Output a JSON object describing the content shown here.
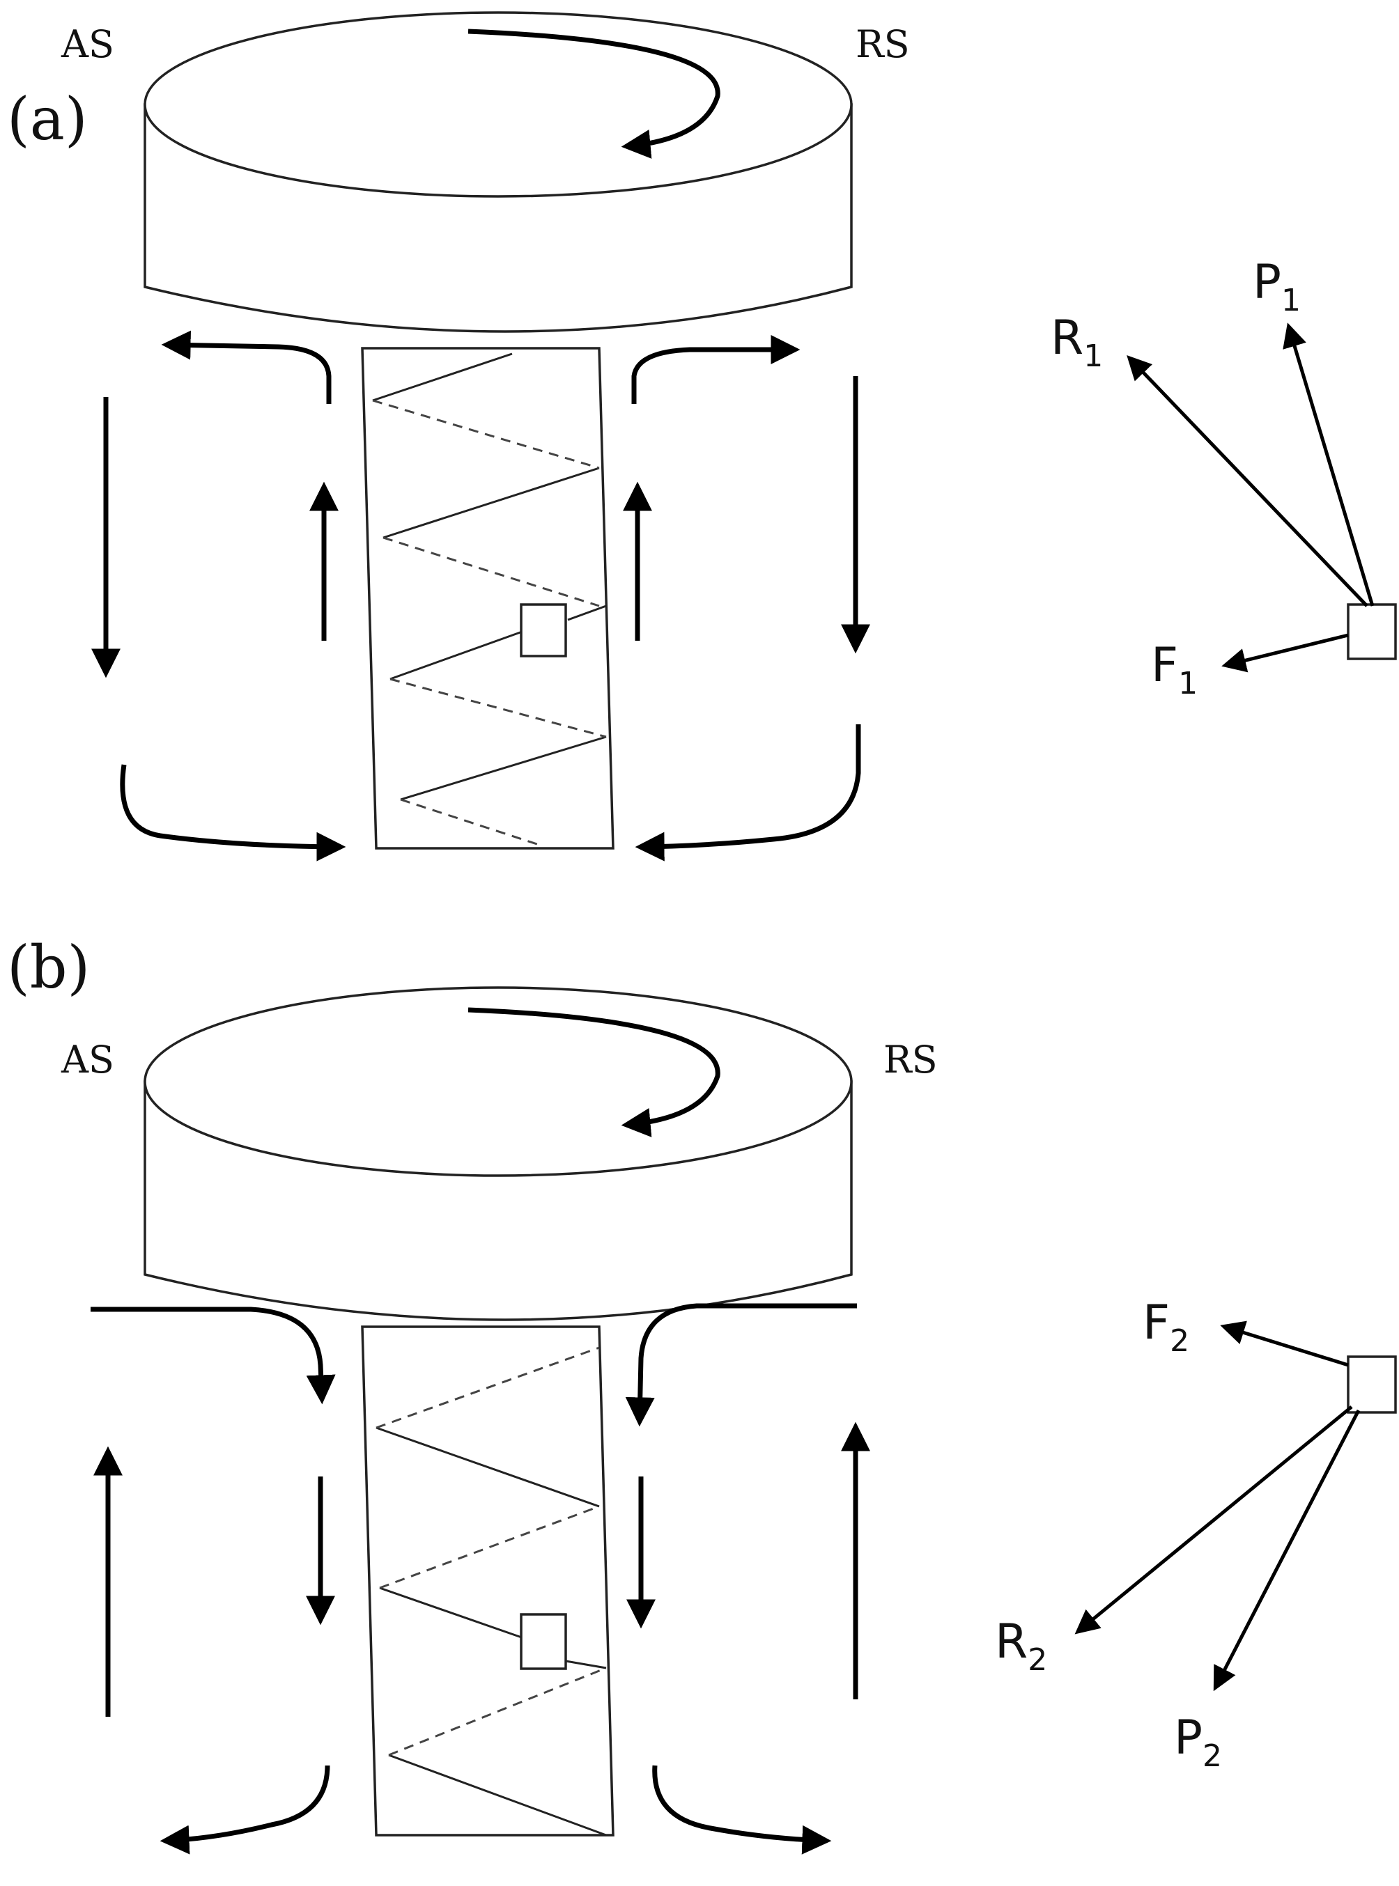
{
  "panels": [
    {
      "label": "(a)",
      "left_side": "AS",
      "right_side": "RS",
      "vectors": [
        {
          "name": "R",
          "sub": "1"
        },
        {
          "name": "P",
          "sub": "1"
        },
        {
          "name": "F",
          "sub": "1"
        }
      ]
    },
    {
      "label": "(b)",
      "left_side": "AS",
      "right_side": "RS",
      "vectors": [
        {
          "name": "F",
          "sub": "2"
        },
        {
          "name": "R",
          "sub": "2"
        },
        {
          "name": "P",
          "sub": "2"
        }
      ]
    }
  ]
}
